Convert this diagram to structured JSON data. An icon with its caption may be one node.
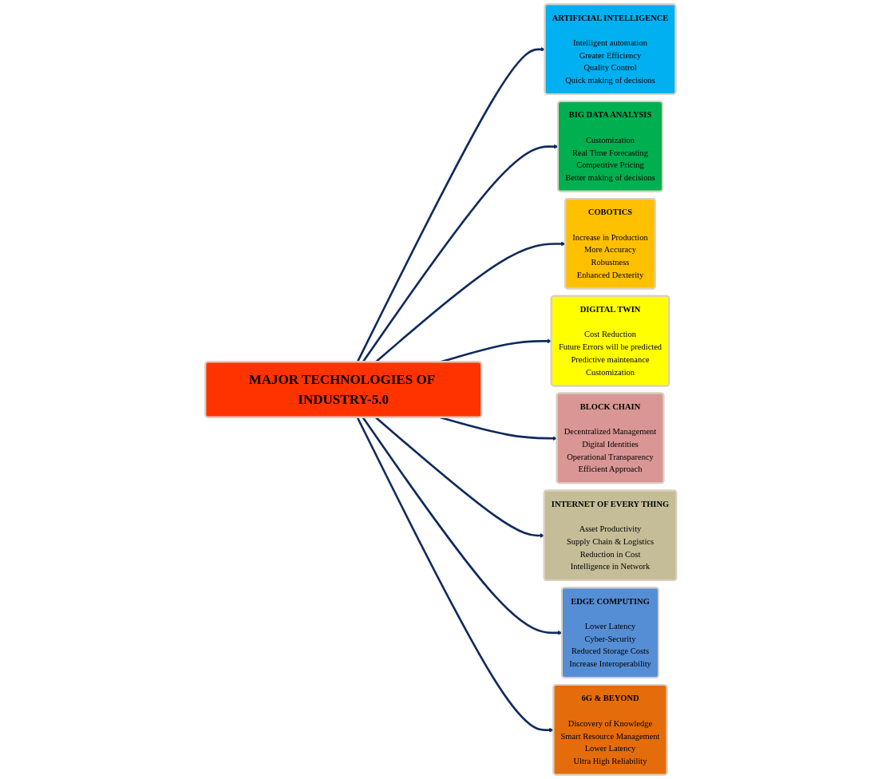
{
  "diagram": {
    "nodes": [
      {
        "text": [
          "ARTIFICIAL INTELLIGENCE",
          "Intelligent automation",
          "Greater Efficiency",
          "Quality Control",
          "Quick making of decisions"
        ]
      },
      {
        "text": [
          "BIG DATA ANALYSIS",
          "Customization",
          "Real Time Forecasting",
          "Competitive Pricing",
          "Better making of decisions"
        ]
      },
      {
        "text": [
          "COBOTICS",
          "Increase in Production",
          "More Accuracy",
          "Robustness",
          "Enhanced Dexterity"
        ]
      },
      {
        "text": [
          "DIGITAL TWIN",
          "Cost Reduction",
          "Future Errors will be predicted",
          "Predictive maintenance",
          "Customization"
        ]
      },
      {
        "text": [
          "MAJOR TECHNOLOGIES OF INDUSTRY-5.0"
        ]
      },
      {
        "text": [
          "BLOCK CHAIN",
          "Decentralized Management",
          "Digital Identities",
          "Operational Transparency",
          "Efficient Approach"
        ]
      },
      {
        "text": [
          "INTERNET OF EVERY THING",
          "Asset Productivity",
          "Supply Chain & Logistics",
          "Reduction in Cost",
          "Intelligence in Network"
        ]
      },
      {
        "text": [
          "EDGE COMPUTING",
          "Lower Latency",
          "Cyber-Security",
          "Reduced Storage Costs",
          "Increase Interoperability"
        ]
      },
      {
        "text": [
          "6G & BEYOND",
          "Discovery of Knowledge",
          "Smart Resource Management",
          "Lower Latency",
          "Ultra High Reliability"
        ]
      }
    ],
    "edges": [
      {
        "from": 4,
        "to": 0,
        "arrow": "to"
      },
      {
        "from": 4,
        "to": 1,
        "arrow": "to"
      },
      {
        "from": 4,
        "to": 2,
        "arrow": "to"
      },
      {
        "from": 4,
        "to": 3,
        "arrow": "to"
      },
      {
        "from": 4,
        "to": 5,
        "arrow": "to"
      },
      {
        "from": 4,
        "to": 6,
        "arrow": "to"
      },
      {
        "from": 4,
        "to": 7,
        "arrow": "to"
      },
      {
        "from": 4,
        "to": 8,
        "arrow": "to"
      }
    ]
  }
}
